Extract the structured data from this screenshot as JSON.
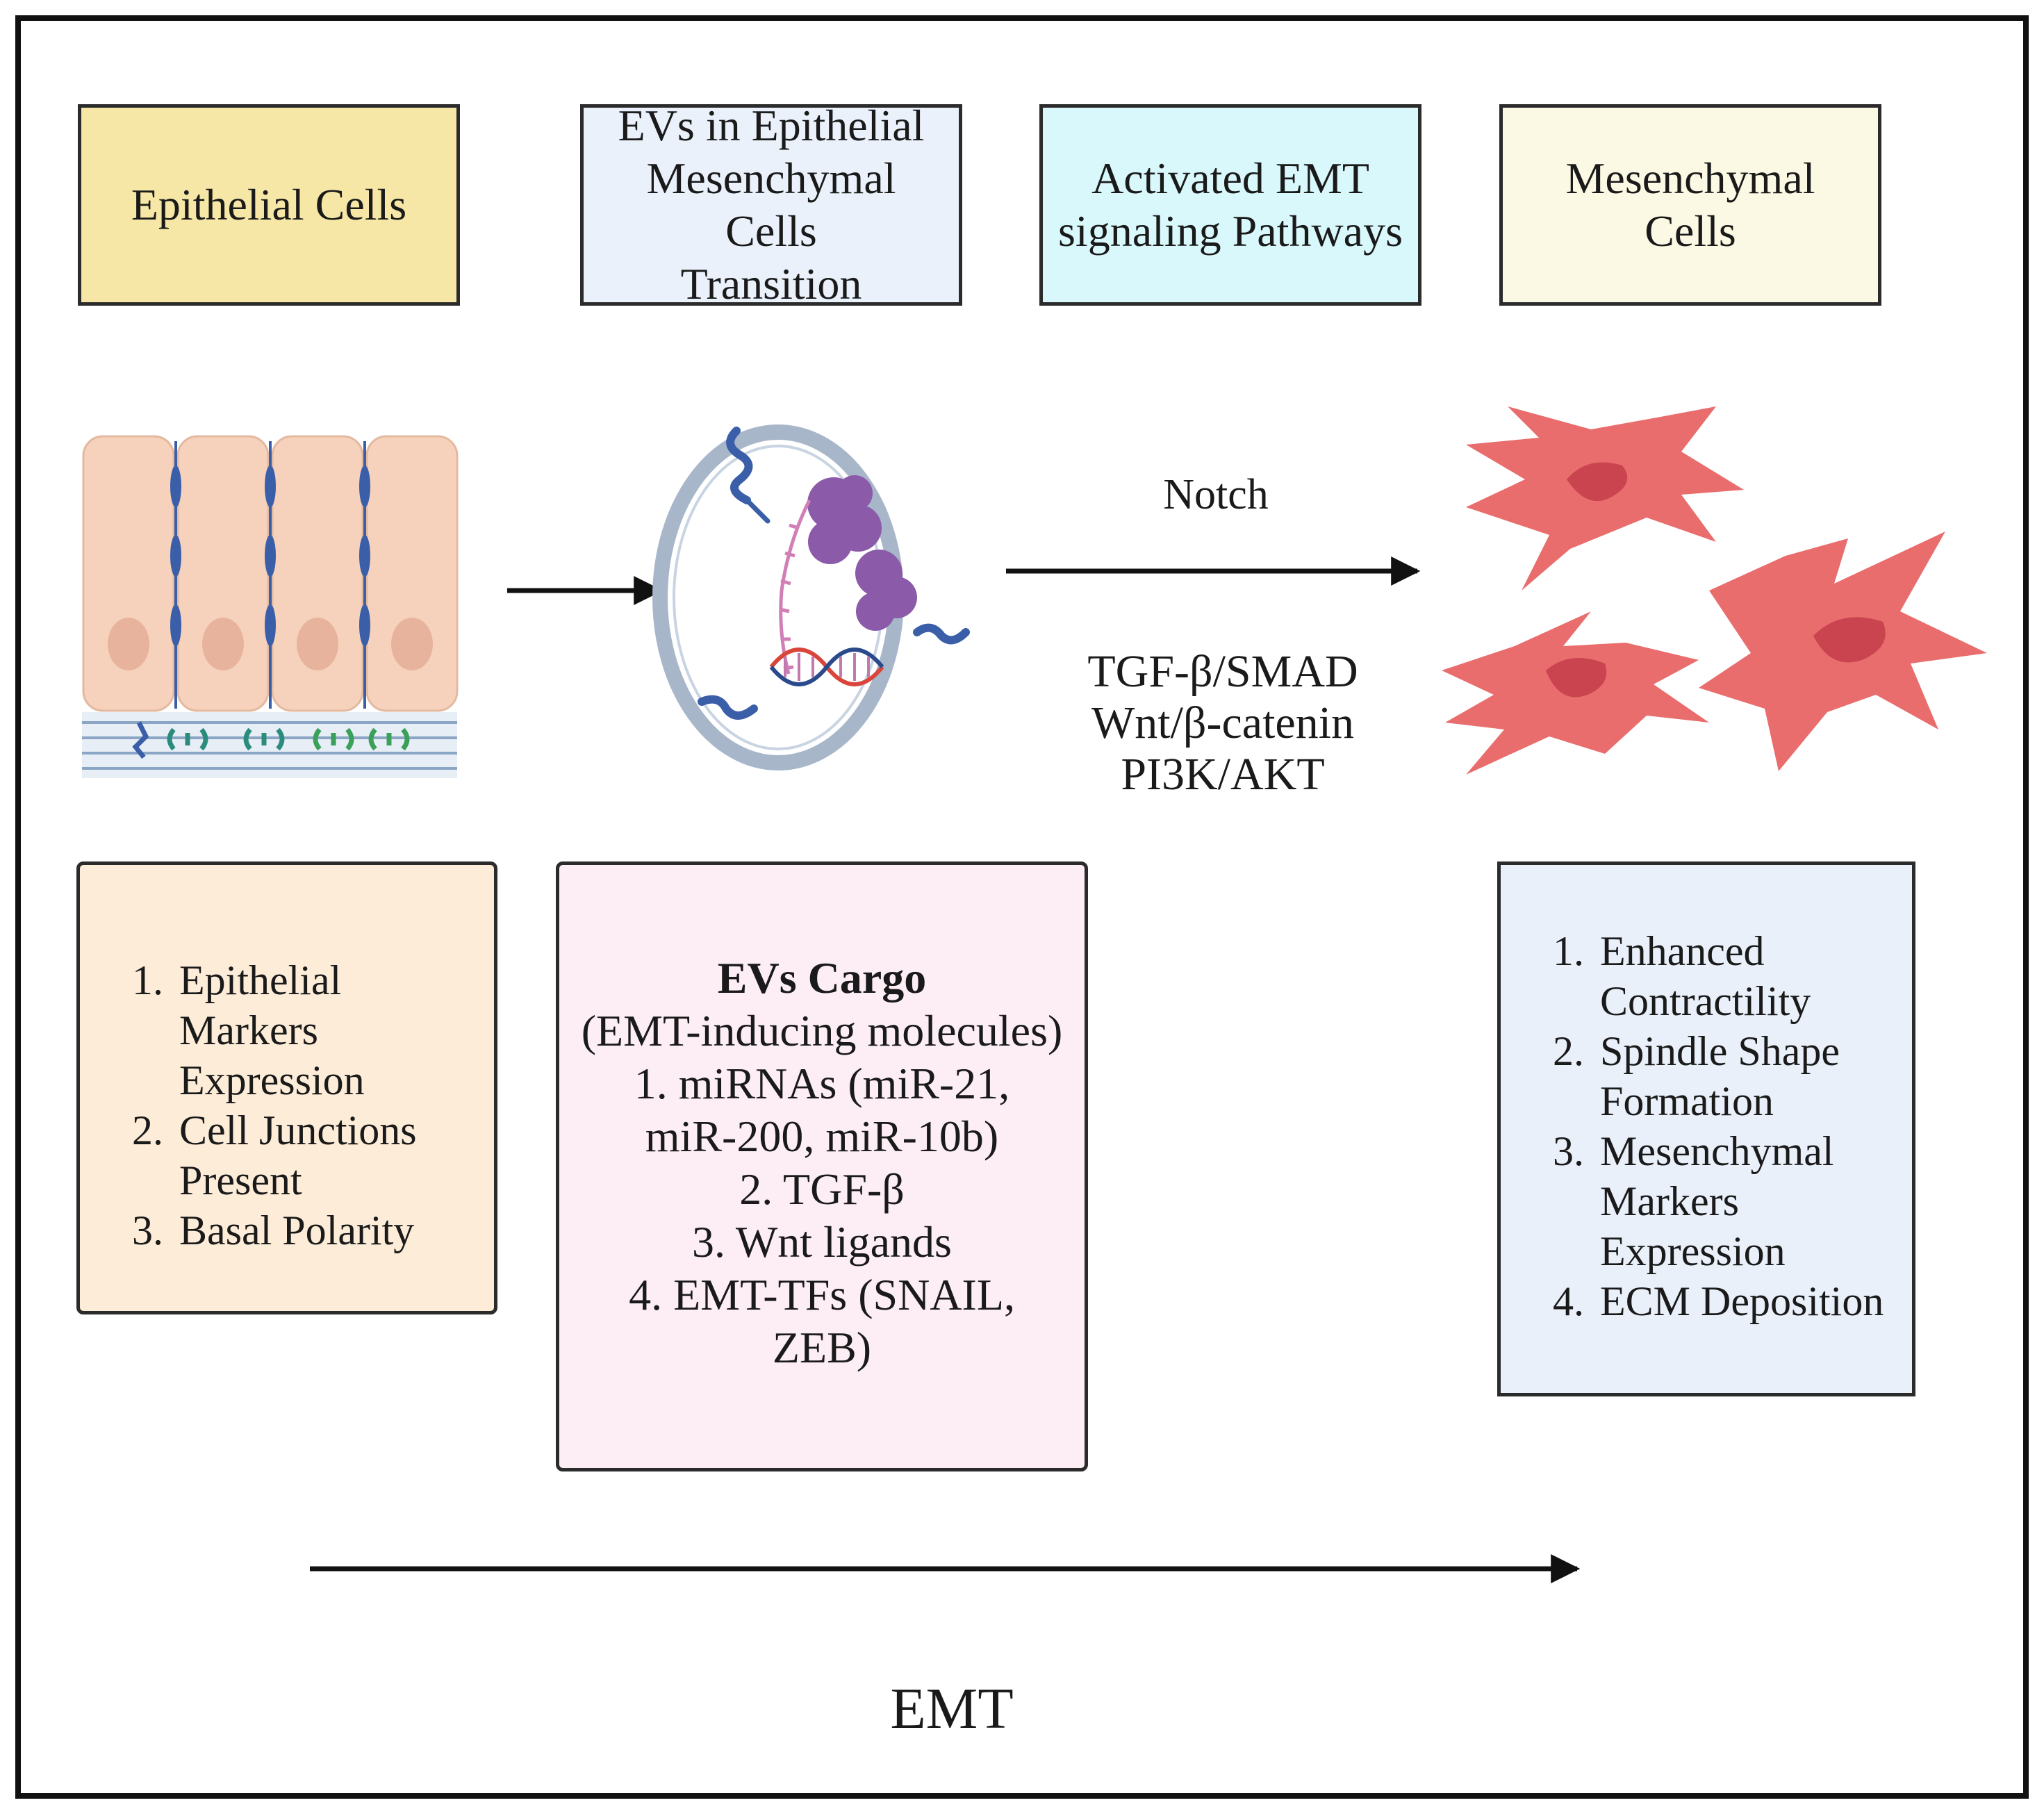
{
  "header_boxes": [
    {
      "label": "Epithelial Cells",
      "fill": "#f6e7a6"
    },
    {
      "label": "EVs in Epithelial\nMesenchymal Cells\nTransition",
      "fill": "#eaf1fb"
    },
    {
      "label": "Activated EMT\nsignaling Pathways",
      "fill": "#d9f8fb"
    },
    {
      "label": "Mesenchymal Cells",
      "fill": "#fbf9e4"
    }
  ],
  "epithelial_features": [
    {
      "num": "1.",
      "text": "Epithelial Markers Expression"
    },
    {
      "num": "2.",
      "text": "Cell Junctions Present"
    },
    {
      "num": "3.",
      "text": "Basal Polarity"
    }
  ],
  "ev_cargo": {
    "title": "EVs Cargo",
    "subtitle": "(EMT-inducing molecules)",
    "items": [
      "1. miRNAs (miR-21,\nmiR-200, miR-10b)",
      "2. TGF-β",
      "3. Wnt ligands",
      "4. EMT-TFs (SNAIL,\nZEB)"
    ]
  },
  "mesenchymal_features": [
    {
      "num": "1.",
      "text": "Enhanced Contractility"
    },
    {
      "num": "2.",
      "text": "Spindle Shape Formation"
    },
    {
      "num": "3.",
      "text": "Mesenchymal Markers Expression"
    },
    {
      "num": "4.",
      "text": "ECM Deposition"
    }
  ],
  "pathway_labels": {
    "above_arrow": "Notch",
    "below_arrow": [
      "TGF-β/SMAD",
      "Wnt/β-catenin",
      "PI3K/AKT"
    ]
  },
  "bottom_label": "EMT",
  "colors": {
    "epithelial_cell": "#f6d2bc",
    "epithelial_nucleus": "#e7b39d",
    "junction": "#3b5ea8",
    "mesenchymal_cell": "#e96d6d",
    "mesenchymal_nucleus": "#c9444f",
    "vesicle_ring": "#a8b6c9",
    "protein": "#8b5aa8",
    "epithelial_list_fill": "#fcecd8",
    "cargo_fill": "#fdeef5",
    "mesenchymal_list_fill": "#e9f0fa"
  }
}
